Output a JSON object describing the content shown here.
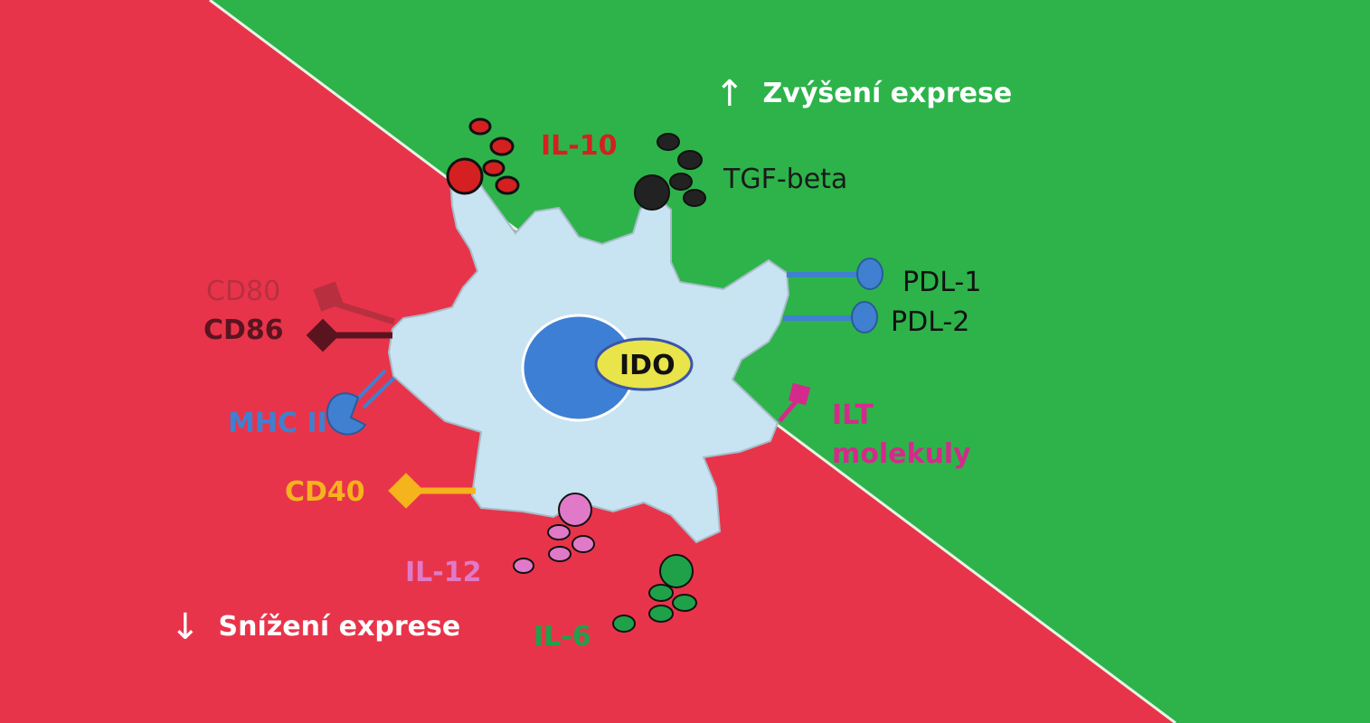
{
  "legend": {
    "increase_arrow": "↑",
    "increase": "Zvýšení exprese",
    "decrease_arrow": "↓",
    "decrease": "Snížení exprese"
  },
  "cell": {
    "enzyme": "IDO"
  },
  "molecules": {
    "il10": "IL-10",
    "tgf_beta": "TGF-beta",
    "pdl1": "PDL-1",
    "pdl2": "PDL-2",
    "ilt_line1": "ILT",
    "ilt_line2": "molekuly",
    "cd80": "CD80",
    "cd86": "CD86",
    "mhc2": "MHC II",
    "cd40": "CD40",
    "il12": "IL-12",
    "il6": "IL-6"
  },
  "colors": {
    "increase_region": "#2db34a",
    "decrease_region": "#e8344a",
    "cell_body": "#c8e3f2",
    "nucleus": "#3d7fd4",
    "ido_badge": "#e8e44a",
    "il10": "#d42020",
    "tgf_beta": "#222222",
    "pd_ligands": "#4080d0",
    "ilt": "#d42a8c",
    "cd80": "#b83040",
    "cd86": "#5a1420",
    "mhc2": "#4080d0",
    "cd40": "#f5b31c",
    "il12": "#e07ac8",
    "il6": "#1fa14a"
  }
}
